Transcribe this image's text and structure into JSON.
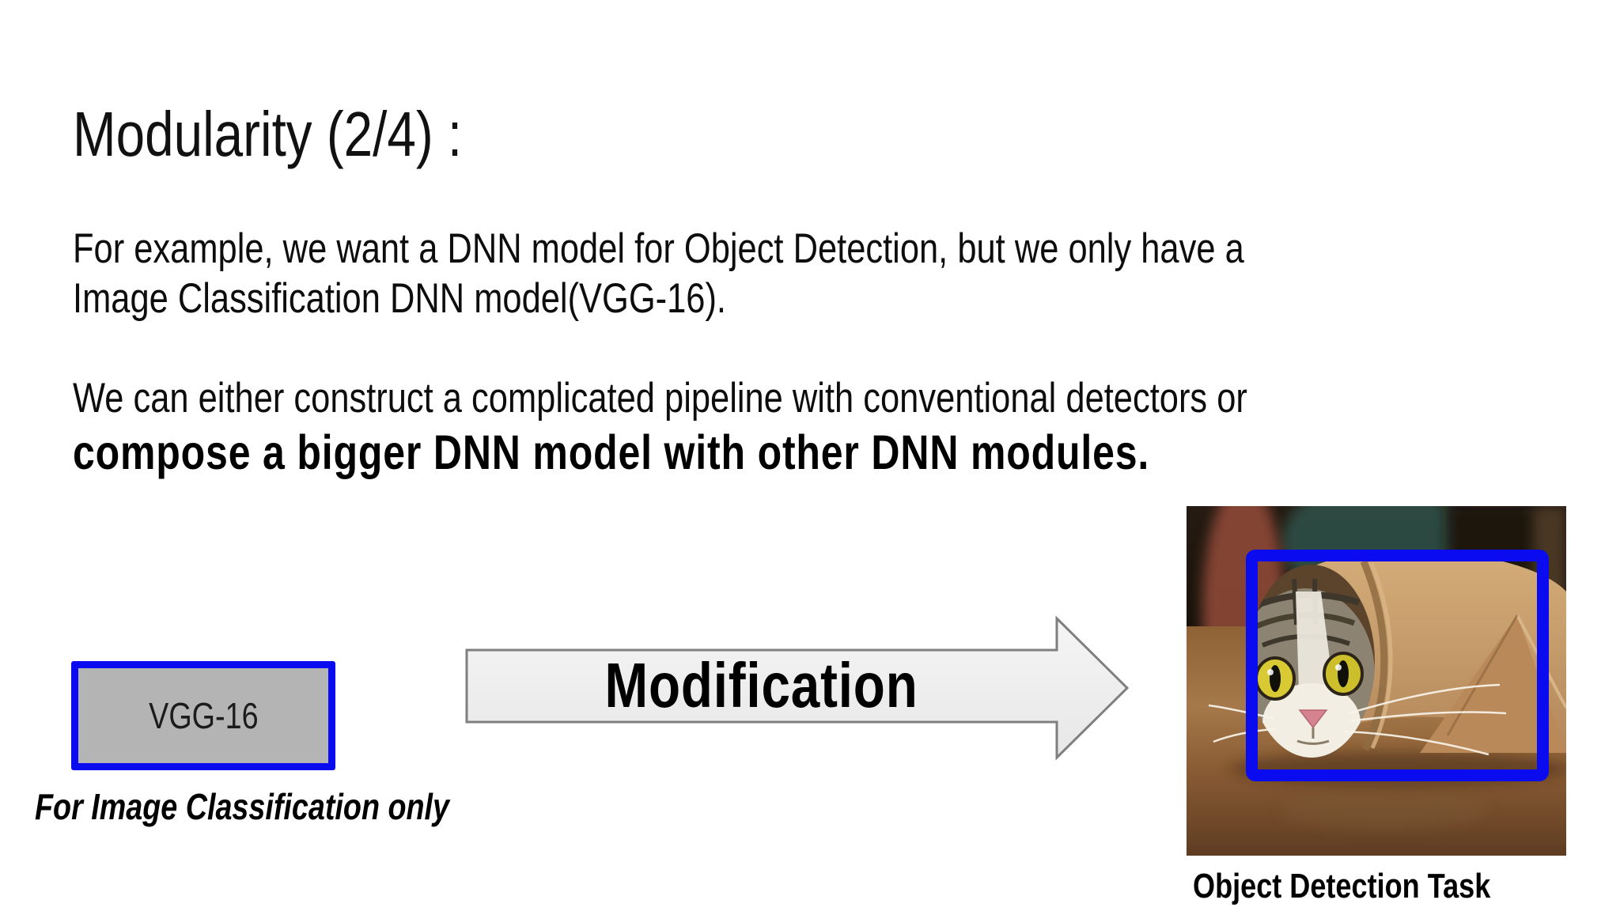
{
  "slide": {
    "title": "Modularity (2/4) :",
    "paragraph1": {
      "line1": "For example, we want a DNN model for Object Detection, but we only have a",
      "line2": "Image Classification DNN model(VGG-16)."
    },
    "paragraph2": {
      "line1": "We can either construct a complicated pipeline with conventional detectors or",
      "line2_bold": "compose a bigger DNN model with other DNN modules."
    },
    "diagram": {
      "source_box_label": "VGG-16",
      "source_caption": "For Image Classification only",
      "arrow_label": "Modification",
      "result_caption": "Object Detection Task",
      "result_image_description": "cat peeking out of rolled brown paper on wooden floor with blue detection box",
      "colors": {
        "box_fill_gray": "#b4b4b4",
        "box_border_blue": "#0b0bf0",
        "arrow_fill": "#eeeeee",
        "arrow_border": "#7f7f7f",
        "bbox_blue": "#0b0bf0",
        "text_black": "#0d0d0d"
      }
    }
  }
}
